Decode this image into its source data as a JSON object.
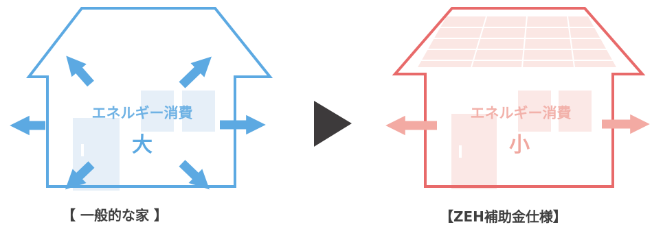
{
  "general_house": {
    "energy_text": "エネルギー消費",
    "energy_level": "大",
    "caption": "【 一般的な家 】"
  },
  "zeh_house": {
    "energy_text": "エネルギー消費",
    "energy_level": "小",
    "caption": "【ZEH補助金仕様】"
  },
  "colors": {
    "general": "#5ca9e2",
    "general_light": "#e6eff8",
    "zeh": "#e86a6a",
    "zeh_light": "#fbe8e6",
    "arrow_between": "#3d3a3b"
  }
}
